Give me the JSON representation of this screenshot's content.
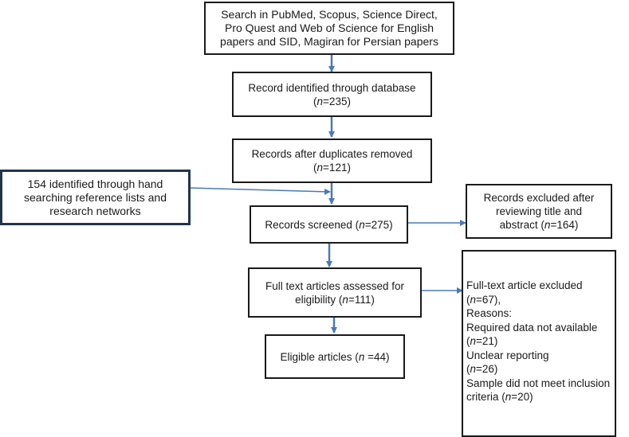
{
  "boxes": {
    "search": {
      "lines": [
        "Search in PubMed, Scopus, Science Direct,",
        "Pro Quest and Web of Science for English",
        "papers and SID, Magiran for Persian papers"
      ]
    },
    "identified": {
      "line1": "Record identified through database",
      "n_prefix": "(",
      "n_label": "n",
      "n_value": "=235)"
    },
    "duplicates": {
      "line1": "Records after duplicates removed",
      "n_prefix": "(",
      "n_label": "n",
      "n_value": "=121)"
    },
    "hand_search": {
      "lines": [
        "154 identified through hand",
        "searching reference lists and",
        "research networks"
      ]
    },
    "screened": {
      "line1": "Records screened (",
      "n_label": "n",
      "n_value": "=275)"
    },
    "excluded_abstract": {
      "line1": "Records excluded after",
      "line2": "reviewing title and",
      "line3_prefix": "abstract (",
      "n_label": "n",
      "n_value": "=164)"
    },
    "full_text": {
      "line1": "Full text articles assessed for",
      "line2_prefix": "eligibility (",
      "n_label": "n",
      "n_value": "=111)"
    },
    "eligible": {
      "line1": "Eligible articles (",
      "n_label": "n",
      "n_value": " =44)"
    },
    "excluded_full": {
      "title": "Full-text article excluded",
      "total_prefix": "(",
      "total_label": "n",
      "total_value": "=67),",
      "reasons_label": "Reasons:",
      "reason1": "Required data not available",
      "reason1_prefix": "(",
      "reason1_label": "n",
      "reason1_value": "=21)",
      "reason2": "Unclear reporting",
      "reason2_prefix": "(",
      "reason2_label": "n",
      "reason2_value": "=26)",
      "reason3_line1": "Sample did not meet inclusion",
      "reason3_prefix": "criteria (",
      "reason3_label": "n",
      "reason3_value": "=20)"
    }
  },
  "colors": {
    "arrow": "#4a7ab5",
    "border": "#1a1a1a",
    "navy_border": "#1f3550"
  }
}
